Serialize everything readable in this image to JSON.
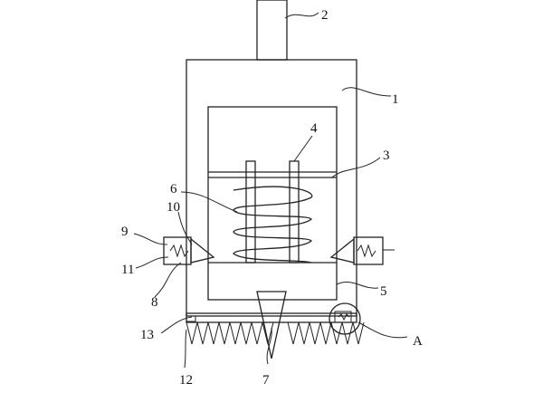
{
  "callouts": [
    {
      "id": "1",
      "label": "1"
    },
    {
      "id": "2",
      "label": "2"
    },
    {
      "id": "3",
      "label": "3"
    },
    {
      "id": "4",
      "label": "4"
    },
    {
      "id": "5",
      "label": "5"
    },
    {
      "id": "6",
      "label": "6"
    },
    {
      "id": "7",
      "label": "7"
    },
    {
      "id": "8",
      "label": "8"
    },
    {
      "id": "9",
      "label": "9"
    },
    {
      "id": "10",
      "label": "10"
    },
    {
      "id": "11",
      "label": "11"
    },
    {
      "id": "12",
      "label": "12"
    },
    {
      "id": "13",
      "label": "13"
    },
    {
      "id": "A",
      "label": "A"
    }
  ]
}
